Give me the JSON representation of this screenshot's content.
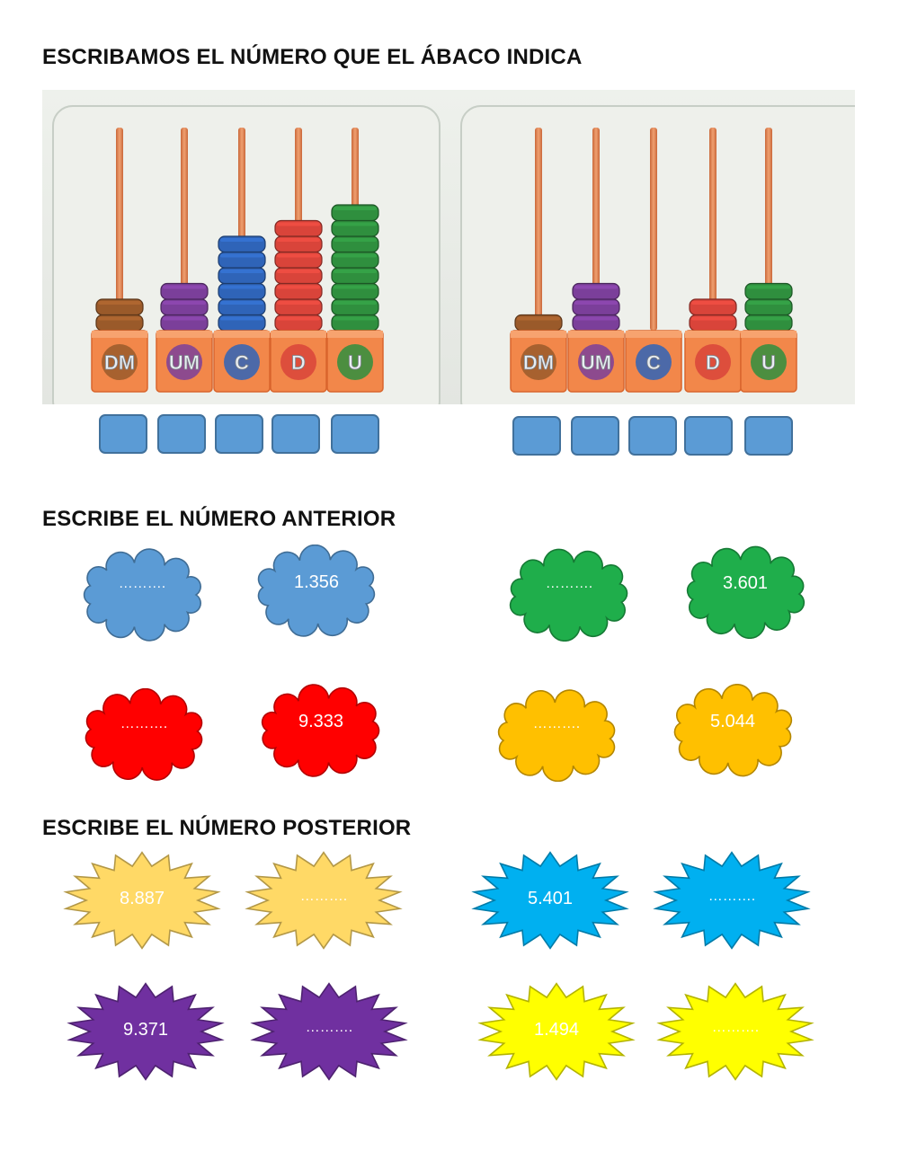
{
  "sections": {
    "abacus_title": "ESCRIBAMOS EL NÚMERO QUE EL ÁBACO INDICA",
    "previous_title": "ESCRIBE EL NÚMERO ANTERIOR",
    "next_title": "ESCRIBE EL NÚMERO POSTERIOR"
  },
  "abacus": {
    "place_labels": [
      "DM",
      "UM",
      "C",
      "D",
      "U"
    ],
    "left": {
      "beads": [
        2,
        3,
        6,
        7,
        8
      ]
    },
    "right": {
      "beads": [
        1,
        3,
        0,
        2,
        3
      ]
    }
  },
  "colors": {
    "DM": "#9a5a2a",
    "UM": "#7b3f9a",
    "C": "#2f64b8",
    "D": "#d9443a",
    "U": "#2f8f3e",
    "answer_box": "#5b9bd5"
  },
  "previous_clouds": [
    {
      "text": "……….",
      "color": "#5b9bd5"
    },
    {
      "text": "1.356",
      "color": "#5b9bd5"
    },
    {
      "text": "……….",
      "color": "#1fae4b"
    },
    {
      "text": "3.601",
      "color": "#1fae4b"
    },
    {
      "text": "……….",
      "color": "#ff0000"
    },
    {
      "text": "9.333",
      "color": "#ff0000"
    },
    {
      "text": "……….",
      "color": "#ffc000"
    },
    {
      "text": "5.044",
      "color": "#ffc000"
    }
  ],
  "next_bursts": [
    {
      "text": "8.887",
      "color": "#ffd966"
    },
    {
      "text": "……….",
      "color": "#ffd966"
    },
    {
      "text": "5.401",
      "color": "#00b0f0"
    },
    {
      "text": "……….",
      "color": "#00b0f0"
    },
    {
      "text": "9.371",
      "color": "#7030a0"
    },
    {
      "text": "……….",
      "color": "#7030a0"
    },
    {
      "text": "1.494",
      "color": "#ffff00"
    },
    {
      "text": "……….",
      "color": "#ffff00"
    }
  ]
}
